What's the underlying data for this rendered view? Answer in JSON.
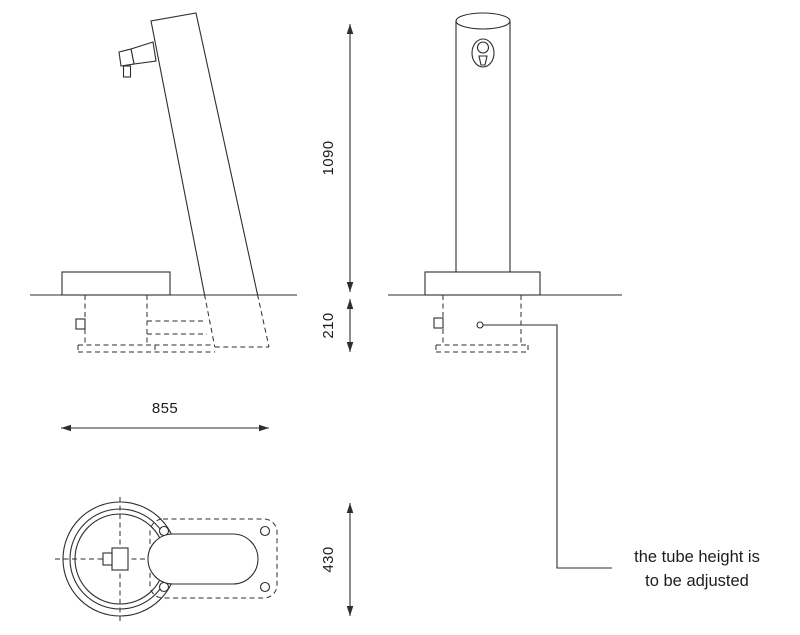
{
  "drawing": {
    "dimensions": {
      "tube_height_above_ground": "1090",
      "depth_below_ground": "210",
      "base_width": "855",
      "plan_depth": "430"
    },
    "note": {
      "line1": "the tube height is",
      "line2": "to be adjusted"
    }
  },
  "colors": {
    "line": "#2e2e2e",
    "text": "#1c1c1c",
    "background": "#ffffff"
  }
}
